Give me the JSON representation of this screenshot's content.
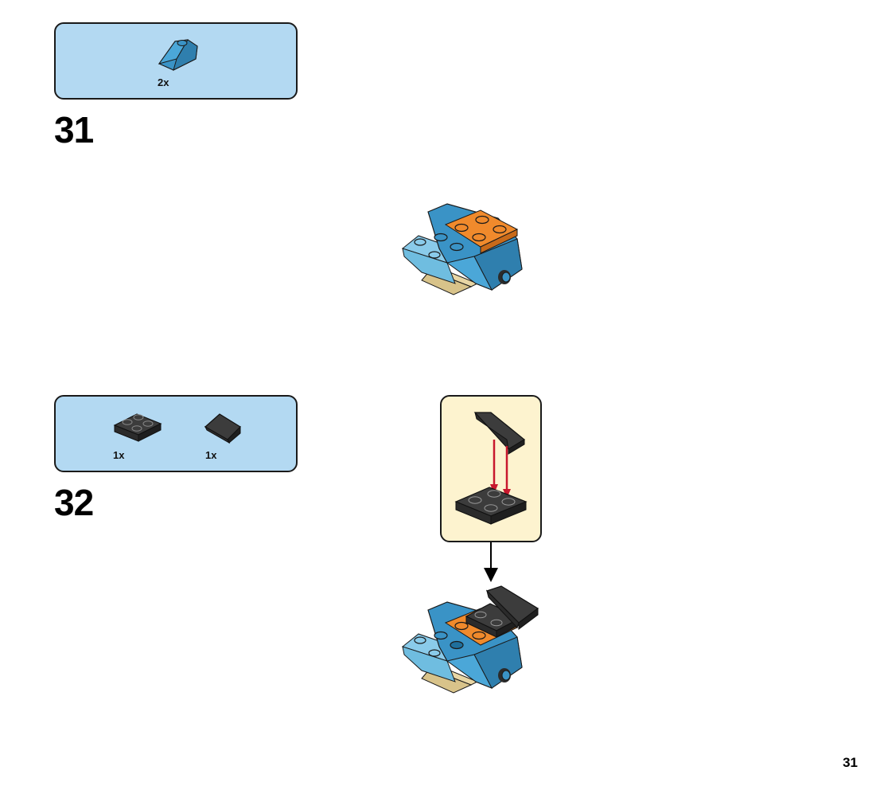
{
  "steps": [
    {
      "number": "31",
      "parts": [
        {
          "qty": "2x",
          "icon": "blue-slope-brick-icon"
        }
      ]
    },
    {
      "number": "32",
      "parts": [
        {
          "qty": "1x",
          "icon": "black-plate-2x2-icon"
        },
        {
          "qty": "1x",
          "icon": "black-slope-brick-icon"
        }
      ]
    }
  ],
  "page": {
    "number": "31"
  },
  "colors": {
    "parts_box": "#b3d9f2",
    "callout_box": "#fdf3cf",
    "brick_blue": "#3a93c6",
    "brick_light_blue": "#6fbde0",
    "brick_orange": "#f08a2c",
    "brick_tan": "#e8d6a4",
    "brick_black": "#2b2b2b",
    "arrow_red": "#c8192e"
  }
}
